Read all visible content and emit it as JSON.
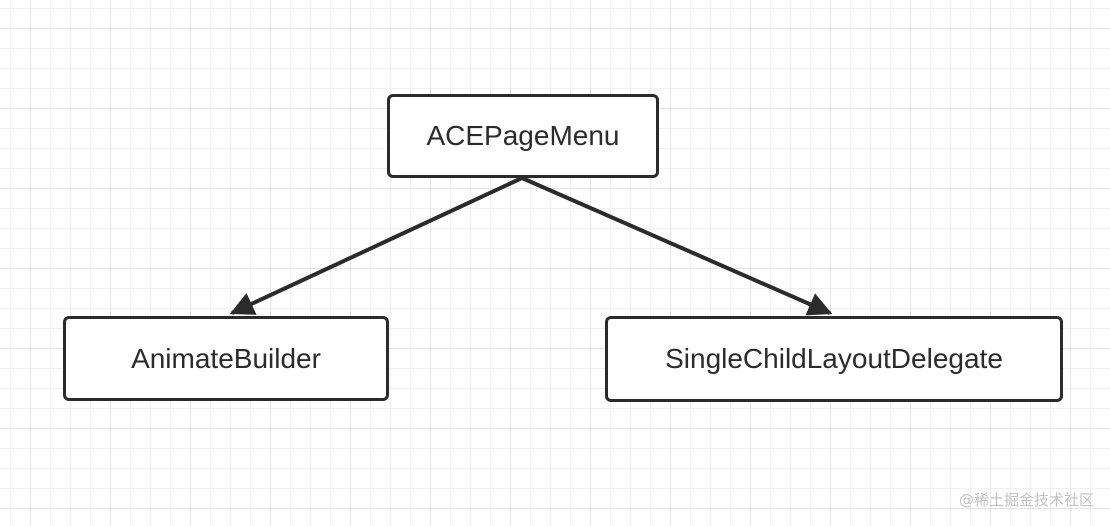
{
  "diagram": {
    "nodes": [
      {
        "id": "root",
        "label": "ACEPageMenu"
      },
      {
        "id": "left",
        "label": "AnimateBuilder"
      },
      {
        "id": "right",
        "label": "SingleChildLayoutDelegate"
      }
    ],
    "edges": [
      {
        "from": "root",
        "to": "left"
      },
      {
        "from": "root",
        "to": "right"
      }
    ],
    "colors": {
      "stroke": "#2b2b2b",
      "grid": "#e3e3e3",
      "watermark": "#c2c2c2"
    }
  },
  "watermark": {
    "text": "@稀土掘金技术社区"
  }
}
